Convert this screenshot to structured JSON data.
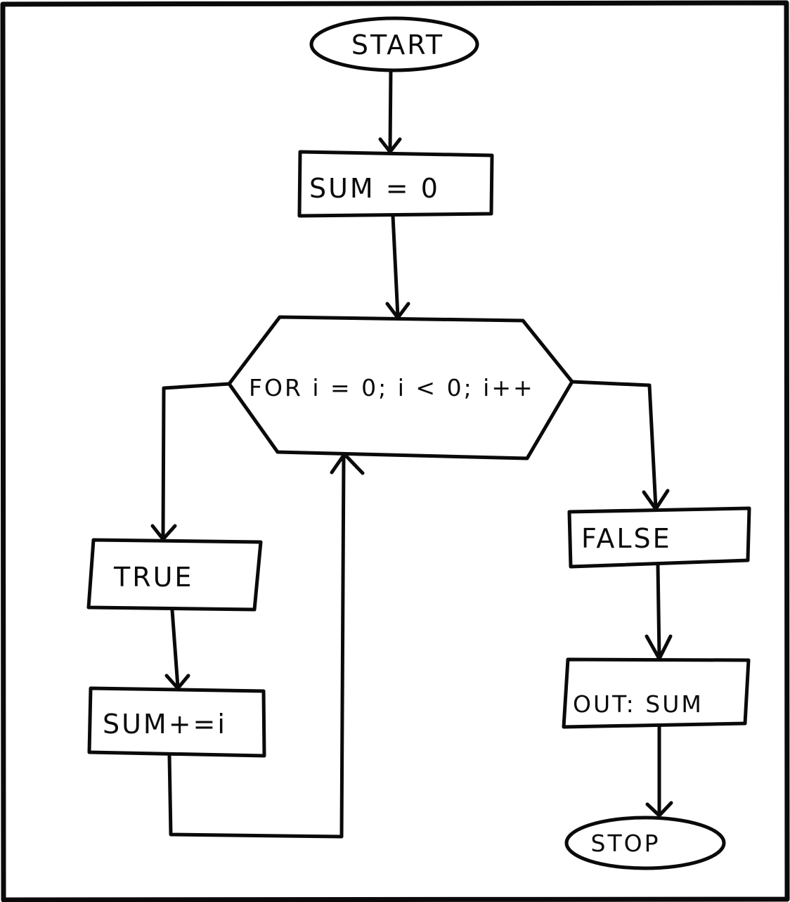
{
  "flowchart": {
    "nodes": {
      "start": {
        "shape": "terminal",
        "text": "START"
      },
      "init_sum": {
        "shape": "process",
        "text": "SUM = 0"
      },
      "for_loop": {
        "shape": "preparation",
        "text": "FOR i = 0; i < 0; i++"
      },
      "true_branch": {
        "shape": "process",
        "text": "TRUE"
      },
      "add_sum": {
        "shape": "process",
        "text": "SUM+=i"
      },
      "false_branch": {
        "shape": "process",
        "text": "FALSE"
      },
      "output_sum": {
        "shape": "process",
        "text": "OUT: SUM"
      },
      "stop": {
        "shape": "terminal",
        "text": "STOP"
      }
    },
    "edges": [
      {
        "from": "start",
        "to": "init_sum"
      },
      {
        "from": "init_sum",
        "to": "for_loop"
      },
      {
        "from": "for_loop",
        "to": "true_branch"
      },
      {
        "from": "true_branch",
        "to": "add_sum"
      },
      {
        "from": "add_sum",
        "to": "for_loop"
      },
      {
        "from": "for_loop",
        "to": "false_branch"
      },
      {
        "from": "false_branch",
        "to": "output_sum"
      },
      {
        "from": "output_sum",
        "to": "stop"
      }
    ]
  }
}
